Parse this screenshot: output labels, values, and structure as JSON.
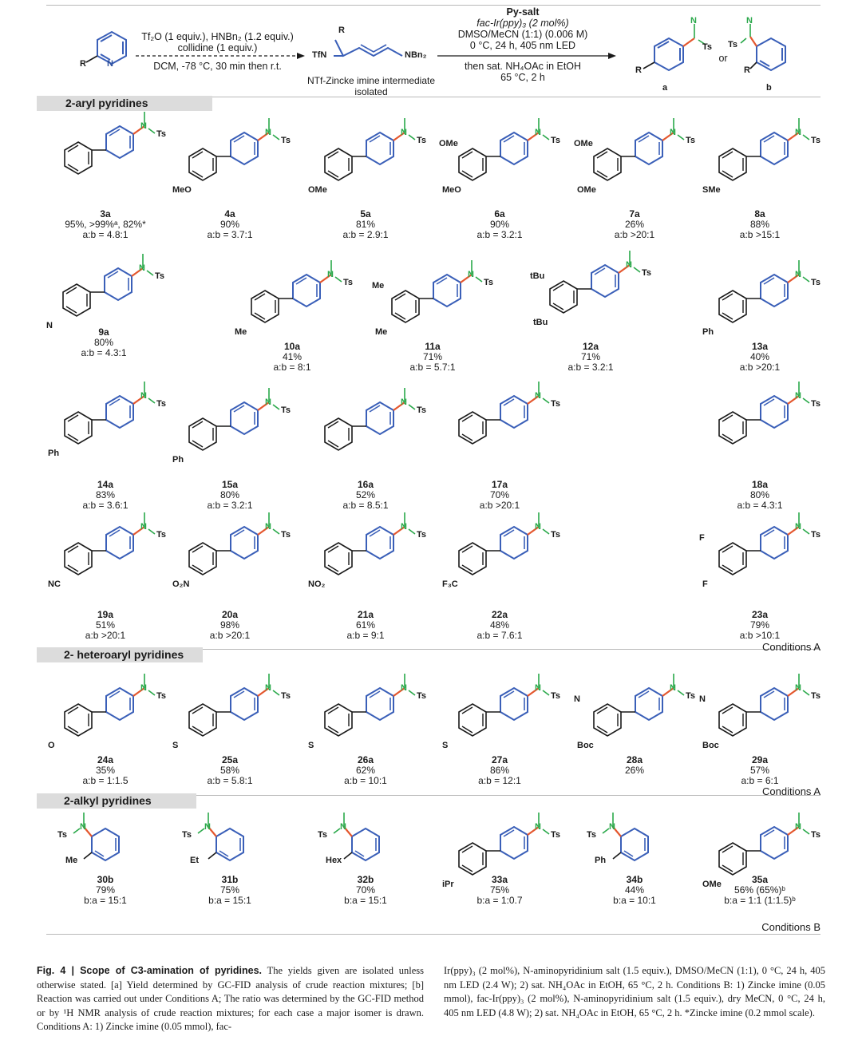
{
  "scheme": {
    "step1_top": "Tf₂O (1 equiv.), HNBn₂ (1.2 equiv.)",
    "step1_top2": "collidine (1 equiv.)",
    "step1_bottom": "DCM, -78 °C, 30 min then r.t.",
    "sm_R": "R",
    "sm_N": "N",
    "int_R": "R",
    "int_TfN": "TfN",
    "int_NBn2": "NBn₂",
    "int_label1": "NTf-Zincke imine intermediate",
    "int_label2": "isolated",
    "step2_reagent": "Py-salt",
    "step2_l1": "fac-Ir(ppy)₃ (2 mol%)",
    "step2_l2": "DMSO/MeCN (1:1) (0.006 M)",
    "step2_l3": "0 °C, 24 h, 405 nm LED",
    "step2_l4": "then sat. NH₄OAc in EtOH",
    "step2_l5": "65 °C, 2 h",
    "prod_or": "or",
    "prod_a": "a",
    "prod_b": "b",
    "prod_R": "R",
    "prod_Ts": "Ts",
    "prod_N": "N"
  },
  "sections": {
    "aryl": "2-aryl pyridines",
    "heteroaryl": "2- heteroaryl pyridines",
    "alkyl": "2-alkyl pyridines",
    "condA": "Conditions A",
    "condA2": "Conditions A",
    "condB": "Conditions B"
  },
  "compounds": [
    {
      "id": "3a",
      "l1": "95%, >99%ᵃ, 82%*",
      "l2": "a:b = 4.8:1",
      "sub": ""
    },
    {
      "id": "4a",
      "l1": "90%",
      "l2": "a:b = 3.7:1",
      "sub": "MeO"
    },
    {
      "id": "5a",
      "l1": "81%",
      "l2": "a:b = 2.9:1",
      "sub": "OMe"
    },
    {
      "id": "6a",
      "l1": "90%",
      "l2": "a:b = 3.2:1",
      "sub": "MeO",
      "sub2": "OMe"
    },
    {
      "id": "7a",
      "l1": "26%",
      "l2": "a:b >20:1",
      "sub": "OMe",
      "sub2": "OMe"
    },
    {
      "id": "8a",
      "l1": "88%",
      "l2": "a:b >15:1",
      "sub": "SMe"
    },
    {
      "id": "9a",
      "l1": "80%",
      "l2": "a:b = 4.3:1",
      "sub": "N"
    },
    {
      "id": "10a",
      "l1": "41%",
      "l2": "a:b = 8:1",
      "sub": "Me"
    },
    {
      "id": "11a",
      "l1": "71%",
      "l2": "a:b = 5.7:1",
      "sub": "Me",
      "sub2": "Me"
    },
    {
      "id": "12a",
      "l1": "71%",
      "l2": "a:b = 3.2:1",
      "sub": "tBu",
      "sub2": "tBu"
    },
    {
      "id": "13a",
      "l1": "40%",
      "l2": "a:b >20:1",
      "sub": "Ph"
    },
    {
      "id": "14a",
      "l1": "83%",
      "l2": "a:b = 3.6:1",
      "sub": "Ph"
    },
    {
      "id": "15a",
      "l1": "80%",
      "l2": "a:b = 3.2:1",
      "sub": "Ph"
    },
    {
      "id": "16a",
      "l1": "52%",
      "l2": "a:b = 8.5:1",
      "sub": ""
    },
    {
      "id": "17a",
      "l1": "70%",
      "l2": "a:b >20:1",
      "sub": ""
    },
    {
      "id": "18a",
      "l1": "80%",
      "l2": "a:b = 4.3:1",
      "sub": ""
    },
    {
      "id": "19a",
      "l1": "51%",
      "l2": "a:b >20:1",
      "sub": "NC"
    },
    {
      "id": "20a",
      "l1": "98%",
      "l2": "a:b >20:1",
      "sub": "O₂N"
    },
    {
      "id": "21a",
      "l1": "61%",
      "l2": "a:b = 9:1",
      "sub": "NO₂"
    },
    {
      "id": "22a",
      "l1": "48%",
      "l2": "a:b = 7.6:1",
      "sub": "F₃C"
    },
    {
      "id": "23a",
      "l1": "79%",
      "l2": "a:b >10:1",
      "sub": "F",
      "sub2": "F"
    },
    {
      "id": "24a",
      "l1": "35%",
      "l2": "a:b = 1:1.5",
      "sub": "O"
    },
    {
      "id": "25a",
      "l1": "58%",
      "l2": "a:b = 5.8:1",
      "sub": "S"
    },
    {
      "id": "26a",
      "l1": "62%",
      "l2": "a:b = 10:1",
      "sub": "S"
    },
    {
      "id": "27a",
      "l1": "86%",
      "l2": "a:b = 12:1",
      "sub": "S"
    },
    {
      "id": "28a",
      "l1": "26%",
      "l2": "",
      "sub": "Boc",
      "sub2": "N"
    },
    {
      "id": "29a",
      "l1": "57%",
      "l2": "a:b = 6:1",
      "sub": "Boc",
      "sub2": "N"
    },
    {
      "id": "30b",
      "l1": "79%",
      "l2": "b:a = 15:1",
      "sub": "Me"
    },
    {
      "id": "31b",
      "l1": "75%",
      "l2": "b:a = 15:1",
      "sub": "Et"
    },
    {
      "id": "32b",
      "l1": "70%",
      "l2": "b:a = 15:1",
      "sub": "Hex"
    },
    {
      "id": "33a",
      "l1": "75%",
      "l2": "b:a = 1:0.7",
      "sub": "iPr"
    },
    {
      "id": "34b",
      "l1": "44%",
      "l2": "b:a = 10:1",
      "sub": "Ph"
    },
    {
      "id": "35a",
      "l1": "56% (65%)ᵇ",
      "l2": "b:a = 1:1 (1:1.5)ᵇ",
      "sub": "OMe"
    }
  ],
  "labels": {
    "ts": "Ts",
    "n": "N"
  },
  "caption": {
    "bold": "Fig. 4 | Scope of C3-amination of pyridines.",
    "left": " The yields given are isolated unless otherwise stated. [a] Yield determined by GC-FID analysis of crude reaction mixtures; [b] Reaction was carried out under Conditions A; The ratio was determined by the GC-FID method or by ¹H NMR analysis of crude reaction mixtures; for each case a major isomer is drawn. Conditions A: 1) Zincke imine (0.05 mmol), fac-",
    "right": "Ir(ppy)₃ (2 mol%), N-aminopyridinium salt (1.5 equiv.), DMSO/MeCN (1:1), 0 °C, 24 h, 405 nm LED (2.4 W); 2) sat. NH₄OAc in EtOH, 65 °C, 2 h. Conditions B: 1) Zincke imine (0.05 mmol), fac-Ir(ppy)₃ (2 mol%), N-aminopyridinium salt (1.5 equiv.), dry MeCN, 0 °C, 24 h, 405 nm LED (4.8 W); 2) sat. NH₄OAc in EtOH, 65 °C, 2 h. *Zincke imine (0.2 mmol scale)."
  },
  "colors": {
    "pyridine": "#3a5fb8",
    "nts": "#2aa84a",
    "bond": "#e4572e",
    "ink": "#1a1a1a"
  }
}
